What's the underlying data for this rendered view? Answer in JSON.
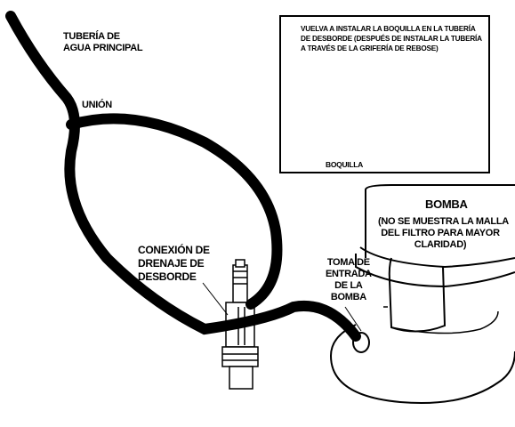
{
  "labels": {
    "main_pipe": [
      "TUBERÍA DE",
      "AGUA PRINCIPAL"
    ],
    "union": "UNIÓN",
    "overflow_connection": [
      "CONEXIÓN DE",
      "DRENAJE DE",
      "DESBORDE"
    ],
    "pump_inlet": [
      "TOMA DE",
      "ENTRADA",
      "DE LA",
      "BOMBA"
    ],
    "pump_title": "BOMBA",
    "pump_note": [
      "(NO SE MUESTRA LA MALLA",
      "DEL FILTRO PARA MAYOR",
      "CLARIDAD)"
    ]
  },
  "inset": {
    "instruction": "VUELVA A INSTALAR LA BOQUILLA EN LA TUBERÍA DE DESBORDE (DESPUÉS DE INSTALAR LA TUBERÍA A TRAVÉS DE LA GRIFERÍA DE REBOSE)",
    "nozzle_label": "BOQUILLA"
  },
  "colors": {
    "line": "#000000",
    "hose": "#000000",
    "background": "#ffffff"
  }
}
